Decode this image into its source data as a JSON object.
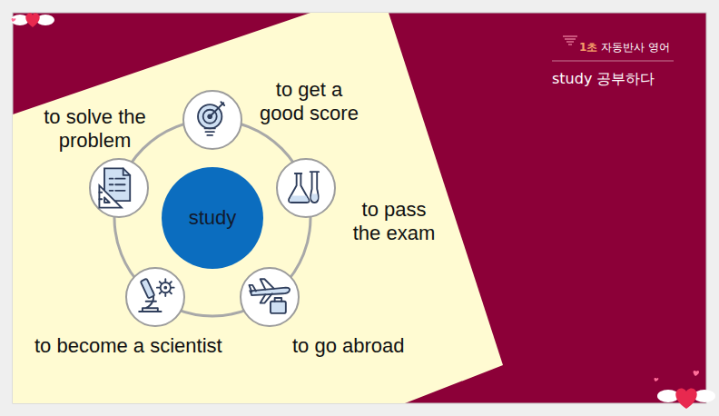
{
  "diagram": {
    "nodes": [
      {
        "text": [
          "to get a good score"
        ]
      },
      {
        "text": [
          "to solve the problem"
        ]
      },
      {
        "text": [
          "study"
        ]
      },
      {
        "text": [
          "to pass the exam"
        ]
      },
      {
        "text": [
          "to become a scientist"
        ]
      },
      {
        "text": [
          "to go abroad"
        ]
      }
    ],
    "labels": [
      "1초",
      "자동반사 영어",
      "study 공부하다"
    ]
  }
}
